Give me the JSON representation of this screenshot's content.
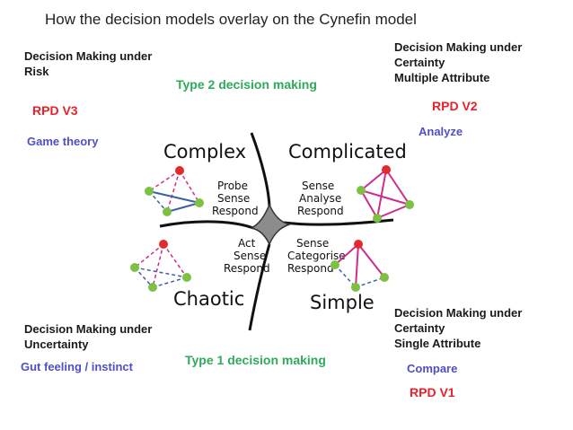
{
  "title": "How the decision models overlay on the Cynefin model",
  "cynefin": {
    "complex": {
      "label": "Complex",
      "lines": [
        "Probe",
        "Sense",
        "Respond"
      ]
    },
    "complicated": {
      "label": "Complicated",
      "lines": [
        "Sense",
        "Analyse",
        "Respond"
      ]
    },
    "chaotic": {
      "label": "Chaotic",
      "lines": [
        "Act",
        "Sense",
        "Respond"
      ]
    },
    "simple": {
      "label": "Simple",
      "lines": [
        "Sense",
        "Categorise",
        "Respond"
      ]
    }
  },
  "top_left": {
    "heading": "Decision Making under\nRisk",
    "rpd": "RPD V3",
    "method": "Game theory"
  },
  "top_right": {
    "heading": "Decision Making under\nCertainty\nMultiple Attribute",
    "rpd": "RPD V2",
    "method": "Analyze"
  },
  "bottom_left": {
    "heading": "Decision Making under\nUncertainty",
    "method": "Gut feeling / instinct"
  },
  "bottom_right": {
    "heading": "Decision Making under\nCertainty\nSingle Attribute",
    "method": "Compare",
    "rpd": "RPD V1"
  },
  "type2": "Type 2 decision making",
  "type1": "Type 1 decision making",
  "colors": {
    "green_text": "#2eaa5a",
    "red_text": "#e8212b",
    "blue_text": "#4f4fc7",
    "node_red": "#e32b2b",
    "node_green": "#7cc142",
    "edge_blue": "#3b5fa8",
    "edge_magenta": "#d02b8c",
    "center_grey": "#8c8c8c"
  }
}
